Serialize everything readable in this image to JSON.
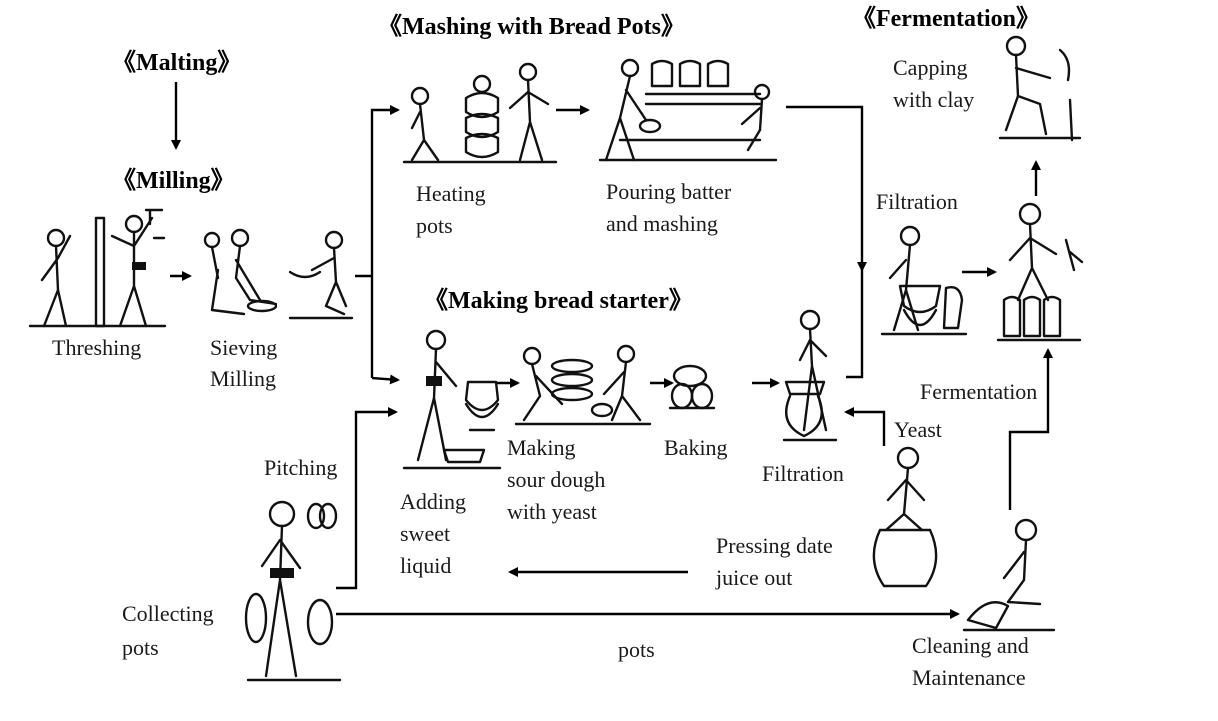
{
  "headings": {
    "malting": "《Malting》",
    "milling": "《Milling》",
    "mashing": "《Mashing with Bread Pots》",
    "bread_starter": "《Making bread starter》",
    "fermentation": "《Fermentation》"
  },
  "steps": {
    "threshing": "Threshing",
    "sieving": "Sieving",
    "milling": "Milling",
    "heating_1": "Heating",
    "heating_2": "pots",
    "pouring_1": "Pouring batter",
    "pouring_2": "and mashing",
    "capping_1": "Capping",
    "capping_2": "with clay",
    "filtration_top": "Filtration",
    "fermentation": "Fermentation",
    "yeast": "Yeast",
    "adding_1": "Adding",
    "adding_2": "sweet",
    "adding_3": "liquid",
    "sour_1": "Making",
    "sour_2": "sour dough",
    "sour_3": "with yeast",
    "baking": "Baking",
    "filtration_mid": "Filtration",
    "pitching": "Pitching",
    "pressing_1": "Pressing date",
    "pressing_2": "juice out",
    "collecting_1": "Collecting",
    "collecting_2": "pots",
    "pots": "pots",
    "cleaning_1": "Cleaning and",
    "cleaning_2": "Maintenance"
  },
  "icons": [
    "threshing-figure",
    "sieving-figure",
    "milling-figure",
    "heating-pots-figure",
    "pouring-batter-figure",
    "capping-figure",
    "filtration-figure",
    "fermentation-figure",
    "adding-liquid-figure",
    "sour-dough-figure",
    "baking-figure",
    "filtration-jar-figure",
    "pressing-date-figure",
    "collecting-pots-figure",
    "cleaning-figure"
  ]
}
